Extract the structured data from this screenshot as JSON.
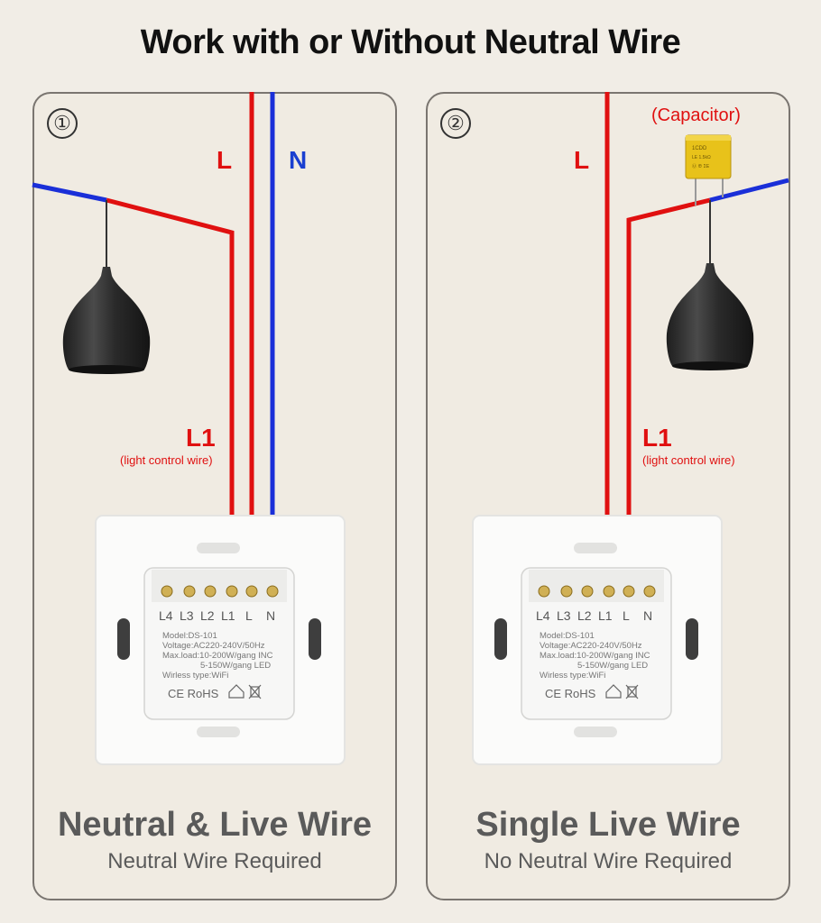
{
  "title": "Work with or Without Neutral Wire",
  "panel1": {
    "number": "①",
    "title": "Neutral & Live Wire",
    "subtitle": "Neutral Wire Required",
    "wire_L": "L",
    "wire_N": "N",
    "wire_L1": "L1",
    "wire_L1_note": "(light control wire)"
  },
  "panel2": {
    "number": "②",
    "title": "Single Live Wire",
    "subtitle": "No Neutral Wire Required",
    "wire_L": "L",
    "capacitor": "(Capacitor)",
    "wire_L1": "L1",
    "wire_L1_note": "(light control wire)"
  },
  "switch": {
    "terminals": [
      "L4",
      "L3",
      "L2",
      "L1",
      "L",
      "N"
    ],
    "model": "Model:DS-101",
    "voltage": "Voltage:AC220-240V/50Hz",
    "maxload": "Max.load:10-200W/gang  INC",
    "maxload2": "5-150W/gang  LED",
    "wireless": "Wirless type:WiFi",
    "marks": "CE RoHS"
  },
  "colors": {
    "live": "#e01010",
    "neutral": "#1a2fd8",
    "label": "#e01010",
    "neutral_label": "#1a3fd0",
    "capacitor": "#e8c21a"
  }
}
